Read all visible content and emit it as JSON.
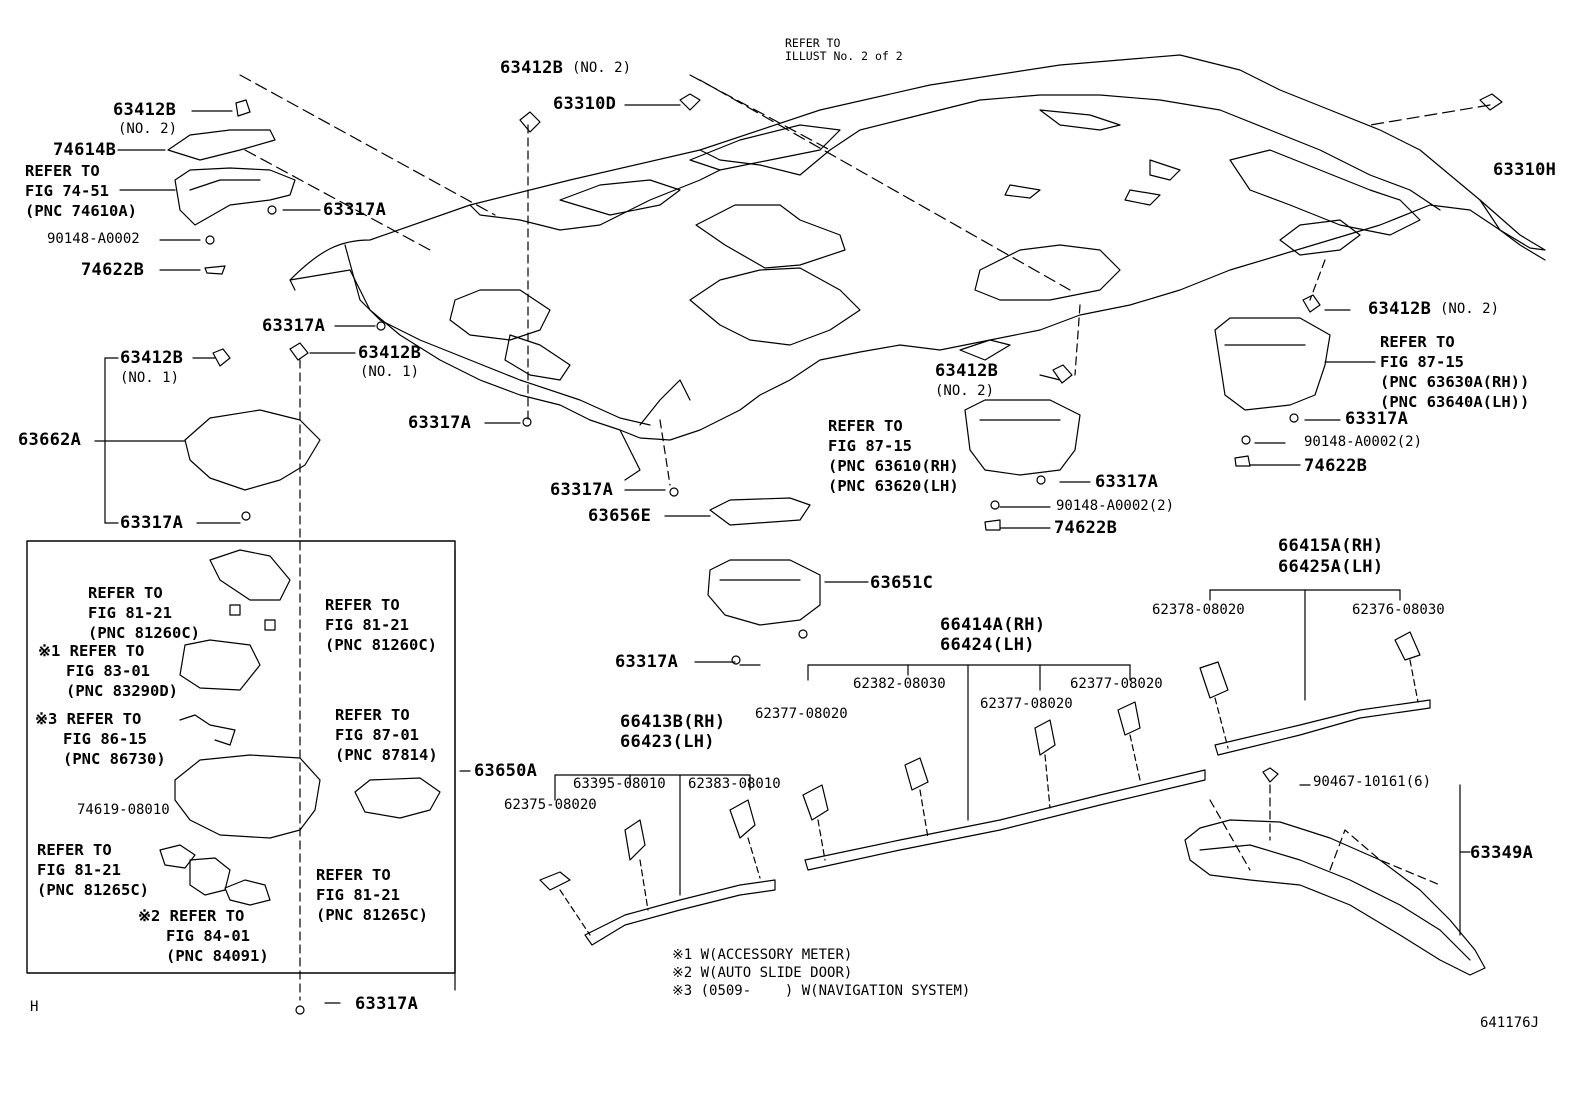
{
  "refer_illust": "REFER TO\nILLUST No. 2 of 2",
  "labels": {
    "l_63412B_no2_top": "63412B",
    "l_no2_top": "(NO. 2)",
    "l_63310D": "63310D",
    "l_63310H": "63310H",
    "l_63412B_left": "63412B",
    "l_no2_left": "(NO. 2)",
    "l_74614B": "74614B",
    "l_63317A_1": "63317A",
    "l_90148_a": "90148-A0002",
    "l_74622B_a": "74622B",
    "l_63317A_2": "63317A",
    "l_63412B_no1_a": "63412B",
    "l_no1_a": "(NO. 1)",
    "l_63412B_no1_b": "63412B",
    "l_no1_b": "(NO. 1)",
    "l_63662A": "63662A",
    "l_63317A_3": "63317A",
    "l_63317A_4": "63317A",
    "l_63317A_5": "63317A",
    "l_63656E": "63656E",
    "l_63412B_mid": "63412B",
    "l_no2_mid": "(NO. 2)",
    "l_63317A_6": "63317A",
    "l_90148_b": "90148-A0002(2)",
    "l_74622B_b": "74622B",
    "l_63412B_right": "63412B",
    "l_no2_right": "(NO. 2)",
    "l_63317A_7": "63317A",
    "l_90148_c": "90148-A0002(2)",
    "l_74622B_c": "74622B",
    "l_63651C": "63651C",
    "l_63317A_8": "63317A",
    "l_66415A": "66415A(RH)",
    "l_66425A": "66425A(LH)",
    "l_62378": "62378-08020",
    "l_62376": "62376-08030",
    "l_66414A": "66414A(RH)",
    "l_66424": "66424(LH)",
    "l_62382": "62382-08030",
    "l_62377_a": "62377-08020",
    "l_62377_b": "62377-08020",
    "l_62377_c": "62377-08020",
    "l_66413B": "66413B(RH)",
    "l_66423": "66423(LH)",
    "l_63395": "63395-08010",
    "l_62383": "62383-08010",
    "l_62375": "62375-08020",
    "l_63650A": "63650A",
    "l_74619": "74619-08010",
    "l_90467": "90467-10161(6)",
    "l_63349A": "63349A",
    "l_63317A_bottom": "63317A",
    "l_h": "H",
    "l_code": "641176J"
  },
  "refs": {
    "r_74610": "REFER TO\nFIG 74-51\n(PNC 74610A)",
    "r_63610": "REFER TO\nFIG 87-15\n(PNC 63610(RH)\n(PNC 63620(LH)",
    "r_63630": "REFER TO\nFIG 87-15\n(PNC 63630A(RH))\n(PNC 63640A(LH))",
    "r_81260_a": "REFER TO\nFIG 81-21\n(PNC 81260C)",
    "r_81260_b": "REFER TO\nFIG 81-21\n(PNC 81260C)",
    "r_83290": "※1 REFER TO\n   FIG 83-01\n   (PNC 83290D)",
    "r_86730": "※3 REFER TO\n   FIG 86-15\n   (PNC 86730)",
    "r_87814": "REFER TO\nFIG 87-01\n(PNC 87814)",
    "r_81265_a": "REFER TO\nFIG 81-21\n(PNC 81265C)",
    "r_81265_b": "REFER TO\nFIG 81-21\n(PNC 81265C)",
    "r_84091": "※2 REFER TO\n   FIG 84-01\n   (PNC 84091)"
  },
  "notes": [
    "※1 W(ACCESSORY METER)",
    "※2 W(AUTO SLIDE DOOR)",
    "※3 (0509-    ) W(NAVIGATION SYSTEM)"
  ]
}
